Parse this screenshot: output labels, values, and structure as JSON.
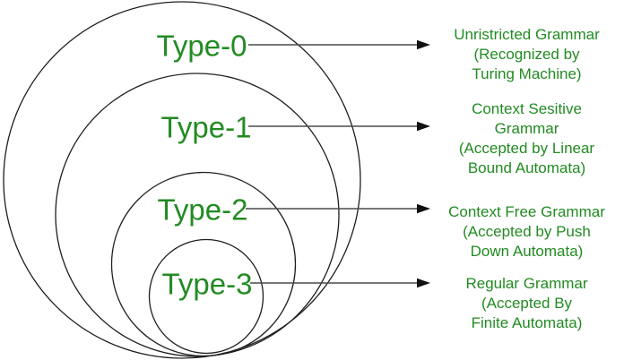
{
  "colors": {
    "green": "#228B22",
    "outline": "#1f1f1f",
    "arrow": "#4a4a4a",
    "arrowhead": "#111111",
    "background": "#ffffff"
  },
  "diagram": {
    "levels": [
      {
        "label": "Type-0",
        "note_lines": [
          "Unristricted Grammar",
          "(Recognized by",
          "Turing Machine)"
        ]
      },
      {
        "label": "Type-1",
        "note_lines": [
          "Context Sesitive",
          "Grammar",
          "(Accepted by Linear",
          "Bound Automata)"
        ]
      },
      {
        "label": "Type-2",
        "note_lines": [
          "Context Free Grammar",
          "(Accepted by Push",
          "Down Automata)"
        ]
      },
      {
        "label": "Type-3",
        "note_lines": [
          "Regular Grammar",
          "(Accepted By",
          "Finite Automata)"
        ]
      }
    ]
  }
}
